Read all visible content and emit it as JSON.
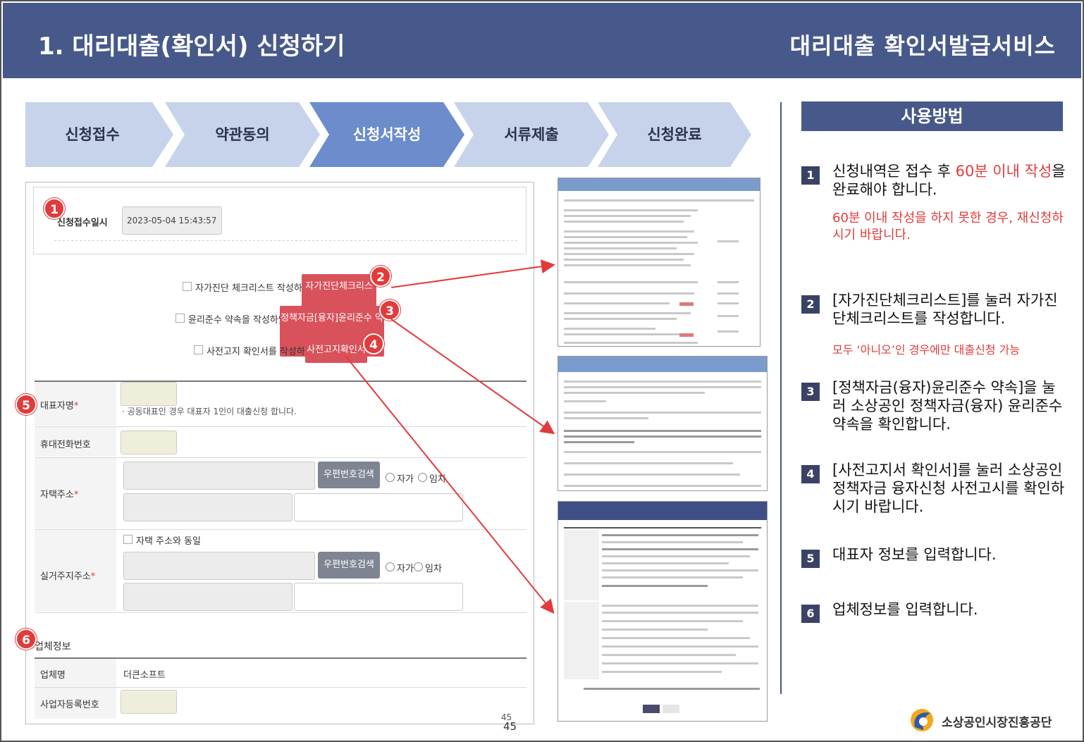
{
  "header": {
    "title": "1. 대리대출(확인서) 신청하기",
    "service": "대리대출 확인서발급서비스"
  },
  "steps": [
    "신청접수",
    "약관동의",
    "신청서작성",
    "서류제출",
    "신청완료"
  ],
  "active_step": "신청서작성",
  "form": {
    "receipt_label": "신청접수일시",
    "receipt_value": "2023-05-04 15:43:57",
    "checks": [
      {
        "label": "자가진단 체크리스트 작성하였음",
        "button": "자가진단체크리스트"
      },
      {
        "label": "윤리준수 약속을 작성하였음",
        "button": "정책자금[융자]윤리준수 약속"
      },
      {
        "label": "사전고지 확인서를 작성하였음",
        "button": "사전고지확인서"
      }
    ],
    "rep_name_label": "대표자명",
    "rep_note": "· 공동대표인 경우 대표자 1인이 대출신청 합니다.",
    "mobile_label": "휴대전화번호",
    "home_addr_label": "자택주소",
    "postcode_button": "우편번호검색",
    "own": "자가",
    "rent": "임차",
    "same_as_home": "자택 주소와 동일",
    "residence_label": "실거주지주소",
    "company_section": "업체정보",
    "company_name_label": "업체명",
    "company_name_value": "더큰소프트",
    "biz_no_label": "사업자등록번호",
    "inner_page_no": "45"
  },
  "badges": [
    "1",
    "2",
    "3",
    "4",
    "5",
    "6"
  ],
  "howto": {
    "title": "사용방법",
    "items": [
      {
        "num": "1",
        "pre": "신청내역은 접수 후 ",
        "red": "60분 이내 작성",
        "post": "을 완료해야 합니다.",
        "note": "60분 이내 작성을 하지 못한 경우, 재신청하시기 바랍니다."
      },
      {
        "num": "2",
        "text": "[자가진단체크리스트]를 눌러 자가진단체크리스트를 작성합니다.",
        "note": "모두 ‘아니오’인 경우에만 대출신청 가능"
      },
      {
        "num": "3",
        "text": "[정책자금(융자)윤리준수 약속]을 눌러 소상공인 정책자금(융자) 윤리준수 약속을 확인합니다."
      },
      {
        "num": "4",
        "text": "[사전고지서 확인서]를 눌러 소상공인 정책자금 융자신청 사전고시를 확인하시기 바랍니다."
      },
      {
        "num": "5",
        "text": "대표자 정보를 입력합니다."
      },
      {
        "num": "6",
        "text": "업체정보를 입력합니다."
      }
    ]
  },
  "page_number": "45",
  "logo_text": "소상공인시장진흥공단",
  "colors": {
    "header": "#47598a",
    "accent_red": "#e23b3b",
    "step_light": "#c6d3eb",
    "step_active": "#6c8ccc"
  }
}
